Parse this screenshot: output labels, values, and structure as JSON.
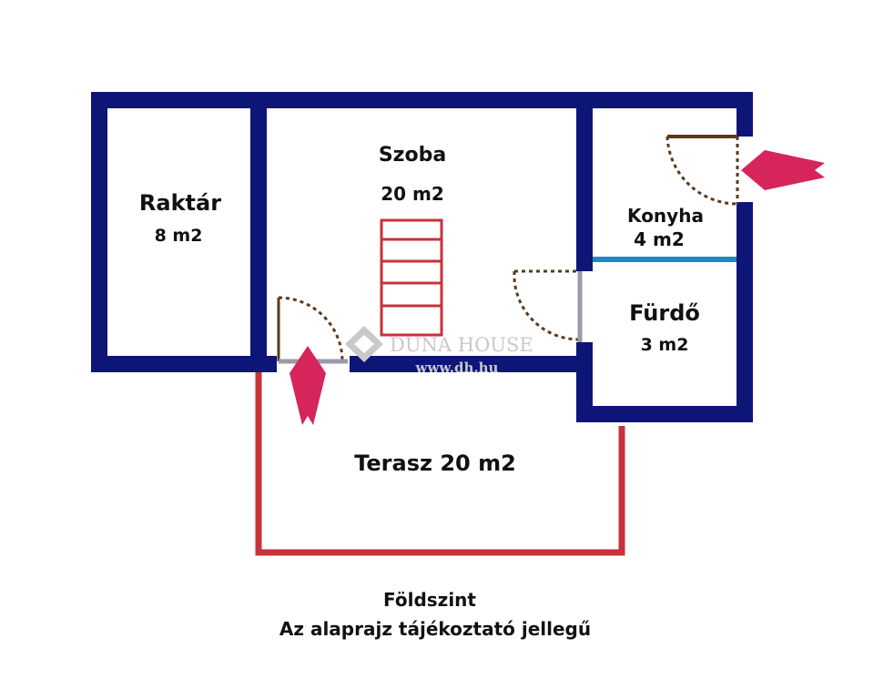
{
  "colors": {
    "wall": "#0d1577",
    "terrace": "#c8323a",
    "stair": "#c8323a",
    "divider": "#1f86c8",
    "door": "#5a3a1e",
    "door_panel": "#9a9aa8",
    "arrow": "#d6255a",
    "watermark": "#c9c9c9"
  },
  "rooms": {
    "raktar": {
      "name": "Raktár",
      "area": "8 m2"
    },
    "szoba": {
      "name": "Szoba",
      "area": "20 m2"
    },
    "konyha": {
      "name": "Konyha",
      "area": "4 m2"
    },
    "furdo": {
      "name": "Fürdő",
      "area": "3 m2"
    },
    "terasz": {
      "label": "Terasz 20 m2"
    }
  },
  "watermark": {
    "brand": "DUNA HOUSE",
    "url": "www.dh.hu"
  },
  "footer": {
    "level": "Földszint",
    "note": "Az alaprajz tájékoztató jellegű"
  },
  "icons": {
    "entrance_arrow": "arrow-right-icon",
    "entrance_arrow_up": "arrow-up-icon"
  }
}
